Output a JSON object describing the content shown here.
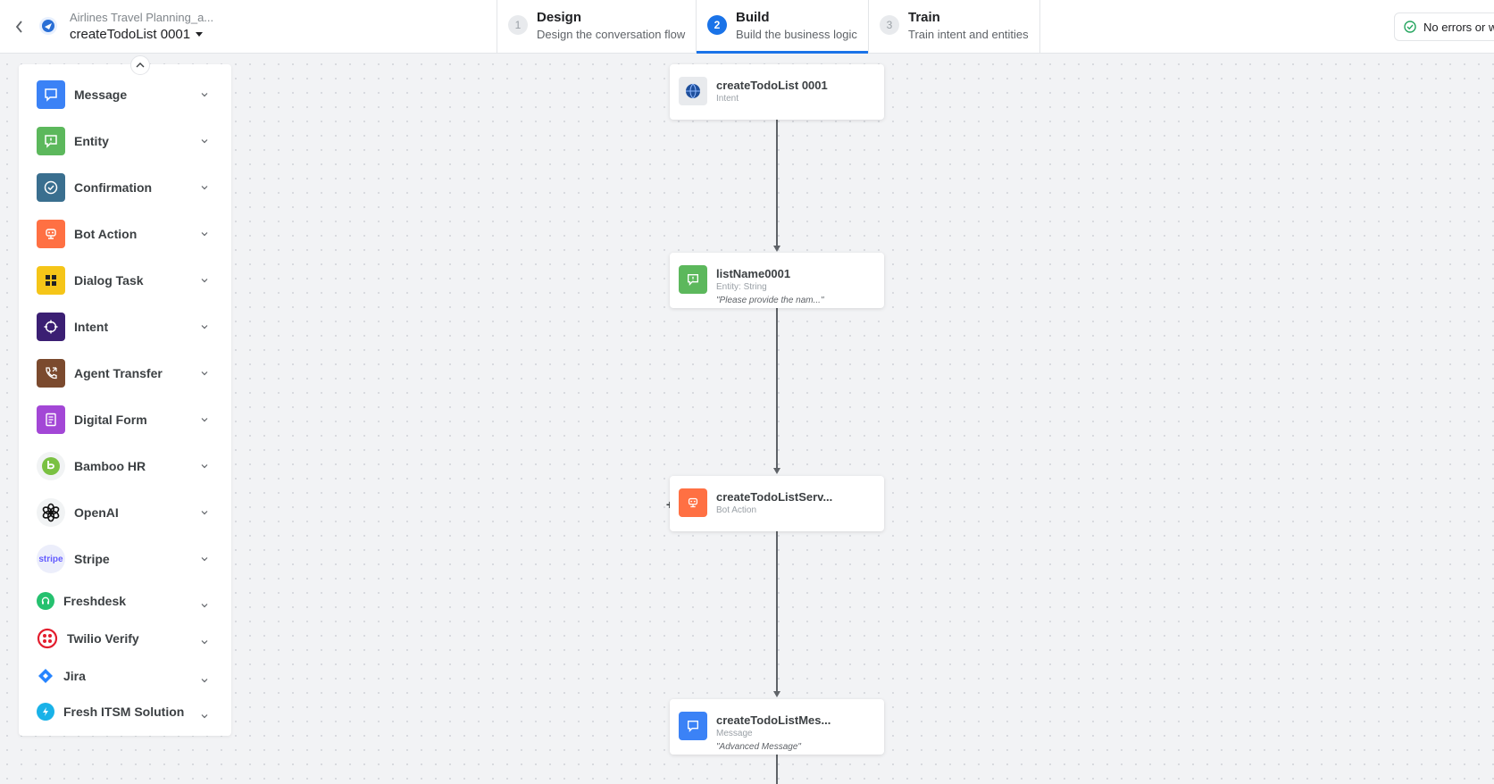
{
  "header": {
    "app_name": "Airlines Travel Planning_a...",
    "dialog_name": "createTodoList 0001",
    "steps": [
      {
        "number": "1",
        "title": "Design",
        "subtitle": "Design the conversation flow",
        "active": false
      },
      {
        "number": "2",
        "title": "Build",
        "subtitle": "Build the business logic",
        "active": true
      },
      {
        "number": "3",
        "title": "Train",
        "subtitle": "Train intent and entities",
        "active": false
      }
    ],
    "status_text": "No errors or w"
  },
  "palette": {
    "items": [
      {
        "label": "Message",
        "icon": "message-icon",
        "color": "#3b82f6"
      },
      {
        "label": "Entity",
        "icon": "entity-icon",
        "color": "#5cb85c"
      },
      {
        "label": "Confirmation",
        "icon": "check-circle-icon",
        "color": "#3a6f8f"
      },
      {
        "label": "Bot Action",
        "icon": "bot-action-icon",
        "color": "#ff7043"
      },
      {
        "label": "Dialog Task",
        "icon": "dialog-task-icon",
        "color": "#f5c518"
      },
      {
        "label": "Intent",
        "icon": "crosshair-icon",
        "color": "#3b1f73"
      },
      {
        "label": "Agent Transfer",
        "icon": "phone-icon",
        "color": "#7b4a2e"
      },
      {
        "label": "Digital Form",
        "icon": "form-icon",
        "color": "#a347d6"
      },
      {
        "label": "Bamboo HR",
        "icon": "bamboo-hr-icon",
        "color": "#7ac142"
      },
      {
        "label": "OpenAI",
        "icon": "openai-icon",
        "color": "#111111"
      },
      {
        "label": "Stripe",
        "icon": "stripe-icon",
        "color": "#635bff"
      },
      {
        "label": "Freshdesk",
        "icon": "freshdesk-icon",
        "color": "#25c16f"
      },
      {
        "label": "Twilio Verify",
        "icon": "twilio-icon",
        "color": "#e31e2e"
      },
      {
        "label": "Jira",
        "icon": "jira-icon",
        "color": "#2684ff"
      },
      {
        "label": "Fresh ITSM Solution",
        "icon": "fresh-itsm-icon",
        "color": "#19b2e8"
      }
    ],
    "stripe_logo_text": "stripe"
  },
  "flow": {
    "nodes": [
      {
        "title": "createTodoList 0001",
        "type": "Intent",
        "quote": ""
      },
      {
        "title": "listName0001",
        "type": "Entity: String",
        "quote": "\"Please provide the nam...\""
      },
      {
        "title": "createTodoListServ...",
        "type": "Bot Action",
        "quote": ""
      },
      {
        "title": "createTodoListMes...",
        "type": "Message",
        "quote": "\"Advanced Message\""
      }
    ],
    "add_symbol": "+"
  }
}
